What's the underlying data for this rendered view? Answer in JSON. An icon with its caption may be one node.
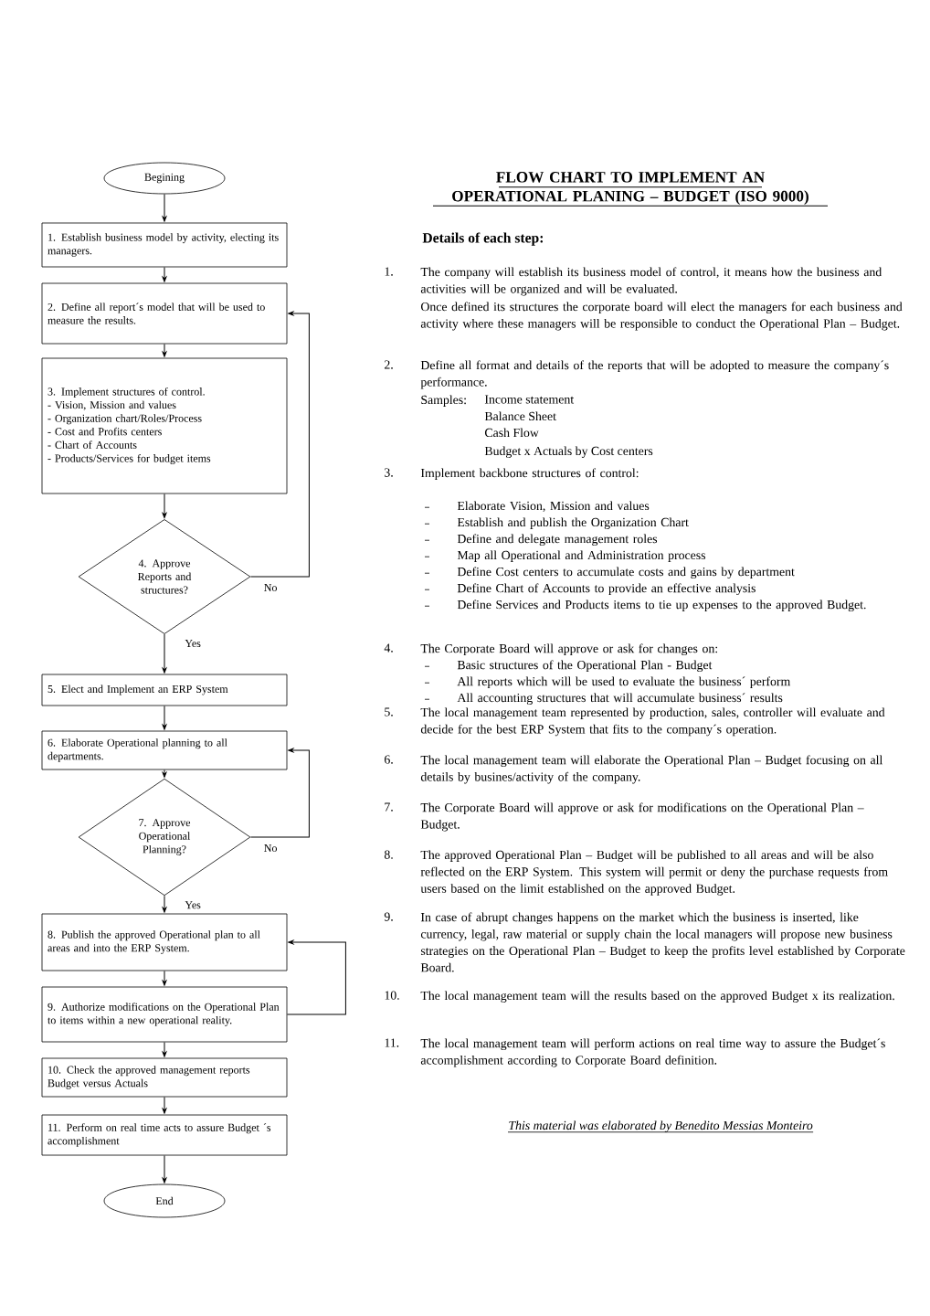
{
  "diagram": {
    "title": "FLOW CHART TO IMPLEMENT AN OPERATIONAL PLANING – BUDGET (ISO 9000)",
    "nodes": [
      {
        "text": [
          "Begining"
        ]
      },
      {
        "text": [
          "1. Establish business model by activity, electing its managers."
        ]
      },
      {
        "text": [
          "2. Define all report´s model that will be used to measure the results."
        ]
      },
      {
        "text": [
          "3. Implement structures of control.",
          "- Vision, Mission and values",
          "- Organization chart/Roles/Process",
          "- Cost and Profits centers",
          "- Chart of Accounts",
          "- Products/Services for budget items"
        ]
      },
      {
        "text": [
          "4. Approve Reports and structures?"
        ]
      },
      {
        "text": [
          "5. Elect and Implement an ERP System"
        ]
      },
      {
        "text": [
          "6. Elaborate Operational planning to all departments."
        ]
      },
      {
        "text": [
          "7. Approve Operational Planning?"
        ]
      },
      {
        "text": [
          "8. Publish the approved Operational plan to all areas and into the ERP System."
        ]
      },
      {
        "text": [
          "9. Authorize modifications on the Operational Plan to items within a new operational reality."
        ]
      },
      {
        "text": [
          "10. Check the approved management reports Budget versus Actuals"
        ]
      },
      {
        "text": [
          "11. Perform on real time acts to assure Budget ´s accomplishment"
        ]
      },
      {
        "text": [
          "End"
        ]
      }
    ],
    "edges": [
      {
        "from": 0,
        "to": 1,
        "arrow": "to"
      },
      {
        "from": 1,
        "to": 2,
        "arrow": "to"
      },
      {
        "from": 2,
        "to": 3,
        "arrow": "to"
      },
      {
        "from": 3,
        "to": 4,
        "arrow": "to"
      },
      {
        "from": 4,
        "to": 5,
        "arrow": "to",
        "label": "Yes"
      },
      {
        "from": 4,
        "to": 2,
        "arrow": "to",
        "label": "No"
      },
      {
        "from": 5,
        "to": 6,
        "arrow": "to"
      },
      {
        "from": 6,
        "to": 7,
        "arrow": "to"
      },
      {
        "from": 7,
        "to": 8,
        "arrow": "to",
        "label": "Yes"
      },
      {
        "from": 7,
        "to": 6,
        "arrow": "to",
        "label": "No"
      },
      {
        "from": 8,
        "to": 9,
        "arrow": "to"
      },
      {
        "from": 9,
        "to": 8,
        "arrow": "to"
      },
      {
        "from": 9,
        "to": 10,
        "arrow": "to"
      },
      {
        "from": 10,
        "to": 11,
        "arrow": "to"
      },
      {
        "from": 11,
        "to": 12,
        "arrow": "to"
      }
    ],
    "labels": [
      "Details of each step:",
      "1.",
      "The company will establish its business model of control, it means how the business and activities will be organized and will be evaluated.",
      "Once defined its structures the corporate board will elect the managers for each business and activity where these managers will be responsible to conduct the Operational Plan – Budget.",
      "2.",
      "Define all format and details of the reports that will be adopted to measure the company´s performance.",
      "Samples:",
      "Income statement",
      "Balance Sheet",
      "Cash Flow",
      "Budget x Actuals by Cost centers",
      "3.",
      "Implement backbone structures of control:",
      "Elaborate Vision, Mission and values",
      "Establish and publish the Organization Chart",
      "Define and delegate management roles",
      "Map all Operational and Administration process",
      "Define Cost centers to accumulate costs and gains by department",
      "Define Chart of Accounts to provide an effective analysis",
      "Define Services and Products items to tie up expenses to the approved Budget.",
      "4.",
      "The Corporate Board will approve or ask for changes on:",
      "Basic structures of the Operational Plan - Budget",
      "All reports which will be used to evaluate the business´ perform",
      "All accounting structures that will accumulate business´ results",
      "5.",
      "The local management team represented by production, sales, controller will evaluate and decide for the best ERP System that fits to the company´s operation.",
      "6.",
      "The local management team will elaborate the Operational Plan – Budget focusing on all details by busines/activity of the company.",
      "7.",
      "The Corporate Board will approve or ask for modifications on the Operational Plan – Budget.",
      "8.",
      "The approved Operational Plan – Budget will be published to all areas and will be also reflected on the ERP System. This system will permit or deny the purchase requests from users based on the limit established on the approved Budget.",
      "9.",
      "In case of abrupt changes happens on the market which the business is inserted, like currency, legal, raw material or supply chain the local managers will propose new business strategies on the Operational Plan – Budget to keep the profits level established by Corporate Board.",
      "10.",
      "The local management team will the results based on the approved Budget x its realization.",
      "11.",
      "The local management team will perform actions on real time way to assure the Budget´s accomplishment according to Corporate Board definition.",
      "This material was elaborated by Benedito Messias Monteiro"
    ]
  }
}
